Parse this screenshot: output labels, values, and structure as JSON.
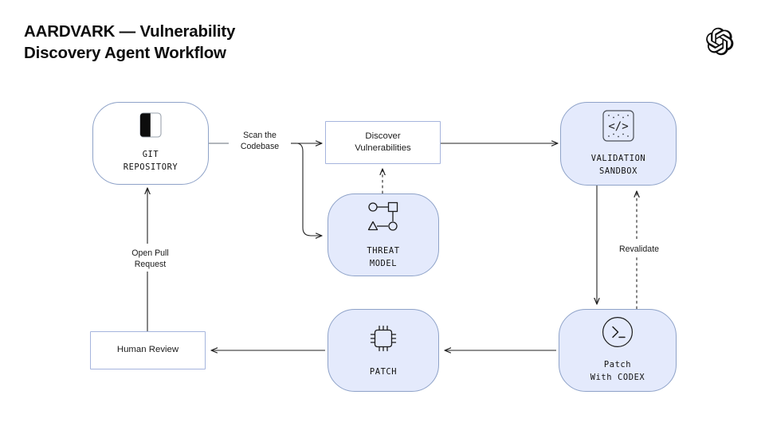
{
  "page": {
    "title_line1": "AARDVARK — Vulnerability",
    "title_line2": "Discovery Agent Workflow",
    "title": "AARDVARK — Vulnerability\nDiscovery Agent Workflow",
    "brand_icon": "openai-logo-icon",
    "background_color": "#ffffff"
  },
  "theme": {
    "node_fill_blue": "#e4eafc",
    "node_border_blue": "#8ea2c8",
    "rect_border_blue": "#a5b4dd",
    "arrow_color": "#222222",
    "text_color": "#111111"
  },
  "nodes": [
    {
      "id": "git-repository",
      "label": "GIT\nREPOSITORY",
      "icon": "repository-book-icon",
      "shape": "rounded",
      "fill": "white"
    },
    {
      "id": "discover-vulnerabilities",
      "label": "Discover\nVulnerabilities",
      "icon": null,
      "shape": "rect",
      "fill": "white"
    },
    {
      "id": "threat-model",
      "label": "THREAT\nMODEL",
      "icon": "threat-graph-icon",
      "shape": "rounded",
      "fill": "blue"
    },
    {
      "id": "validation-sandbox",
      "label": "VALIDATION\nSANDBOX",
      "icon": "code-sandbox-icon",
      "shape": "rounded",
      "fill": "blue"
    },
    {
      "id": "patch-with-codex",
      "label": "Patch\nWith CODEX",
      "icon": "terminal-prompt-icon",
      "shape": "rounded",
      "fill": "blue"
    },
    {
      "id": "patch",
      "label": "PATCH",
      "icon": "cpu-chip-icon",
      "shape": "rounded",
      "fill": "blue"
    },
    {
      "id": "human-review",
      "label": "Human Review",
      "icon": null,
      "shape": "rect",
      "fill": "white"
    }
  ],
  "edges": [
    {
      "id": "scan-the-codebase",
      "label": "Scan the\nCodebase",
      "from": "git-repository",
      "to": "discover-vulnerabilities",
      "style": "solid"
    },
    {
      "id": "scan-to-threat-model",
      "label": "",
      "from": "git-repository",
      "to": "threat-model",
      "style": "solid"
    },
    {
      "id": "threat-model-feeds-discovery",
      "label": "",
      "from": "threat-model",
      "to": "discover-vulnerabilities",
      "style": "dashed"
    },
    {
      "id": "discovery-to-sandbox",
      "label": "",
      "from": "discover-vulnerabilities",
      "to": "validation-sandbox",
      "style": "solid"
    },
    {
      "id": "sandbox-to-patch-codex",
      "label": "",
      "from": "validation-sandbox",
      "to": "patch-with-codex",
      "style": "solid"
    },
    {
      "id": "revalidate",
      "label": "Revalidate",
      "from": "patch-with-codex",
      "to": "validation-sandbox",
      "style": "dashed"
    },
    {
      "id": "codex-to-patch",
      "label": "",
      "from": "patch-with-codex",
      "to": "patch",
      "style": "solid"
    },
    {
      "id": "patch-to-human-review",
      "label": "",
      "from": "patch",
      "to": "human-review",
      "style": "solid"
    },
    {
      "id": "open-pull-request",
      "label": "Open Pull\nRequest",
      "from": "human-review",
      "to": "git-repository",
      "style": "solid"
    }
  ]
}
